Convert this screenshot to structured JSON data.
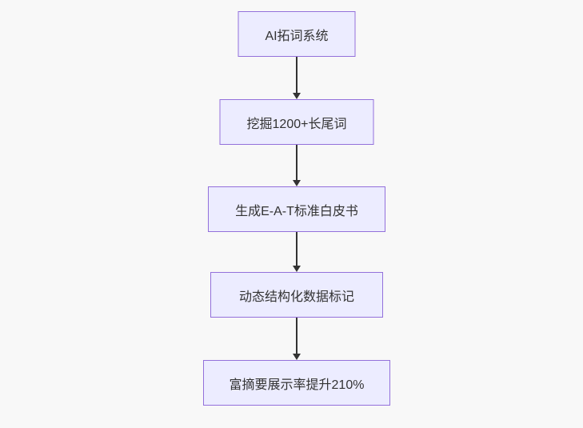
{
  "colors": {
    "canvas_background": "#f8f8f8",
    "node_fill": "#ECECFF",
    "node_border": "#9370DB",
    "node_text": "#333333",
    "arrow": "#333333"
  },
  "flowchart": {
    "type": "flowchart",
    "direction": "top-down",
    "nodes": [
      {
        "id": "n1",
        "label": "AI拓词系统"
      },
      {
        "id": "n2",
        "label": "挖掘1200+长尾词"
      },
      {
        "id": "n3",
        "label": "生成E-A-T标准白皮书"
      },
      {
        "id": "n4",
        "label": "动态结构化数据标记"
      },
      {
        "id": "n5",
        "label": "富摘要展示率提升210%"
      }
    ],
    "edges": [
      {
        "from": "n1",
        "to": "n2"
      },
      {
        "from": "n2",
        "to": "n3"
      },
      {
        "from": "n3",
        "to": "n4"
      },
      {
        "from": "n4",
        "to": "n5"
      }
    ]
  }
}
